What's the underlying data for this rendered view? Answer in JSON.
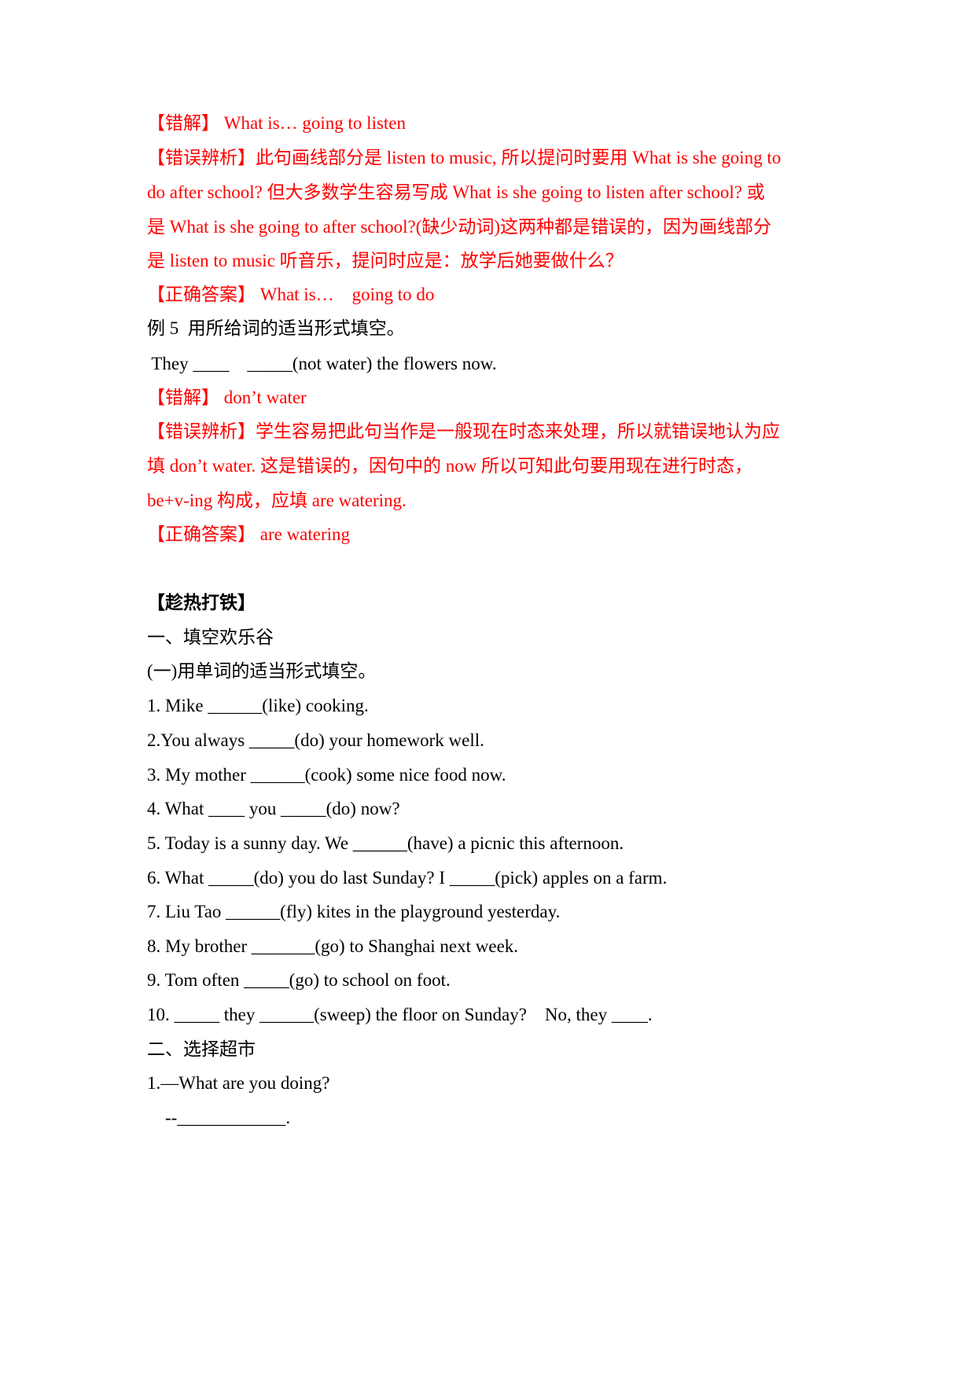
{
  "section_example4_tail": {
    "wrong_answer": "【错解】 What is… going to listen",
    "analysis_lines": [
      "【错误辨析】此句画线部分是 listen to music, 所以提问时要用 What is she going to",
      "do after school? 但大多数学生容易写成 What is she going to listen after school? 或",
      "是 What is she going to after school?(缺少动词)这两种都是错误的，因为画线部分",
      "是 listen to music 听音乐，提问时应是：放学后她要做什么？"
    ],
    "correct_answer": "【正确答案】 What is…    going to do"
  },
  "example5": {
    "title": "例 5  用所给词的适当形式填空。",
    "question": " They ____    _____(not water) the flowers now.",
    "wrong_answer": "【错解】 don’t water",
    "analysis_lines": [
      "【错误辨析】学生容易把此句当作是一般现在时态来处理，所以就错误地认为应",
      "填 don’t water. 这是错误的，因句中的 now 所以可知此句要用现在进行时态，",
      "be+v-ing 构成，应填 are watering."
    ],
    "correct_answer": "【正确答案】 are watering"
  },
  "practice": {
    "heading": "【趁热打铁】",
    "part1_title": "一、填空欢乐谷",
    "part1_sub": "(一)用单词的适当形式填空。",
    "items": [
      "1. Mike ______(like) cooking.",
      "2.You always _____(do) your homework well.",
      "3. My mother ______(cook) some nice food now.",
      "4. What ____ you _____(do) now?",
      "5. Today is a sunny day. We ______(have) a picnic this afternoon.",
      "6. What _____(do) you do last Sunday? I _____(pick) apples on a farm.",
      "7. Liu Tao ______(fly) kites in the playground yesterday.",
      "8. My brother _______(go) to Shanghai next week.",
      "9. Tom often _____(go) to school on foot.",
      "10. _____ they ______(sweep) the floor on Sunday?    No, they ____."
    ],
    "part2_title": "二、选择超市",
    "part2_q1": "1.—What are you doing?",
    "part2_q1_answer": "--____________."
  },
  "colors": {
    "emphasis": "#ff0000",
    "text": "#000000"
  }
}
